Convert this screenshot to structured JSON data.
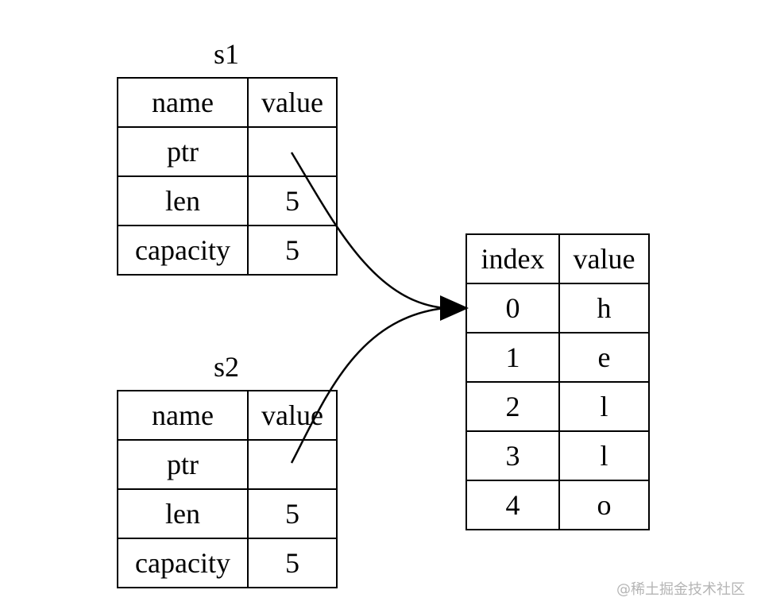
{
  "s1": {
    "title": "s1",
    "header": [
      "name",
      "value"
    ],
    "rows": [
      [
        "ptr",
        ""
      ],
      [
        "len",
        "5"
      ],
      [
        "capacity",
        "5"
      ]
    ]
  },
  "s2": {
    "title": "s2",
    "header": [
      "name",
      "value"
    ],
    "rows": [
      [
        "ptr",
        ""
      ],
      [
        "len",
        "5"
      ],
      [
        "capacity",
        "5"
      ]
    ]
  },
  "heap": {
    "header": [
      "index",
      "value"
    ],
    "rows": [
      [
        "0",
        "h"
      ],
      [
        "1",
        "e"
      ],
      [
        "2",
        "l"
      ],
      [
        "3",
        "l"
      ],
      [
        "4",
        "o"
      ]
    ]
  },
  "watermark": "@稀土掘金技术社区",
  "colors": {
    "stroke": "#000000",
    "watermark": "#b5b5b5"
  }
}
